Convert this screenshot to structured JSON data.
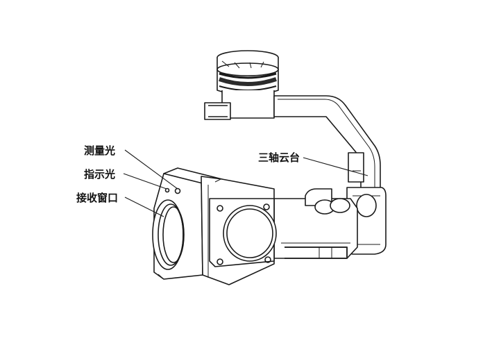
{
  "labels": {
    "measure_light": "测量光",
    "indicator_light": "指示光",
    "receive_window": "接收窗口",
    "gimbal": "三轴云台"
  },
  "colors": {
    "line": "#1a1a1a",
    "fill": "#ffffff",
    "shade": "#2b2b2b"
  }
}
